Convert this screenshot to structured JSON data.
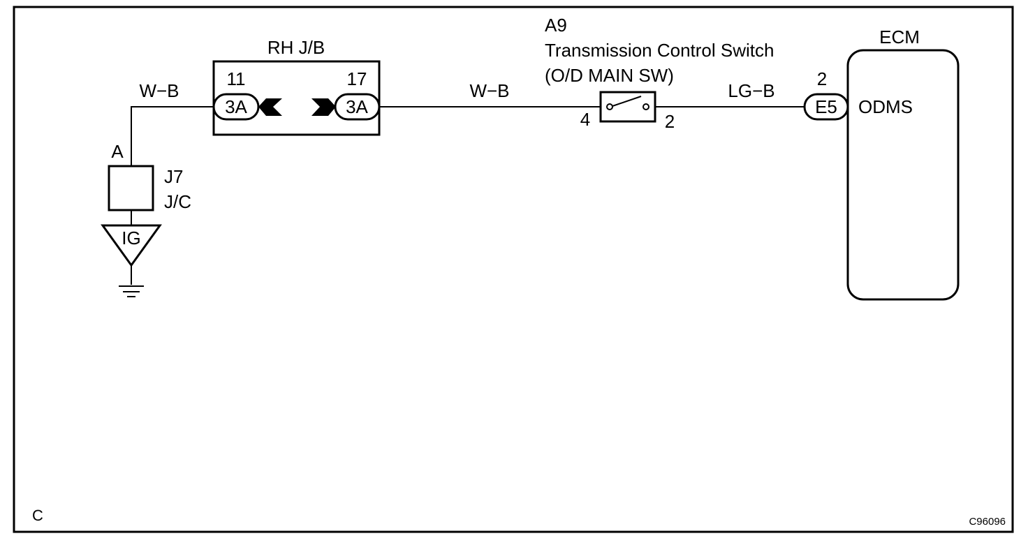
{
  "diagram": {
    "jb_title": "RH J/B",
    "jb_pin_left": "11",
    "jb_pin_right": "17",
    "jb_conn_left": "3A",
    "jb_conn_right": "3A",
    "wire_left": "W−B",
    "wire_mid": "W−B",
    "wire_right": "LG−B",
    "switch_id": "A9",
    "switch_name": "Transmission Control Switch",
    "switch_sub": "(O/D MAIN SW)",
    "switch_pin_left": "4",
    "switch_pin_right": "2",
    "ecm_title": "ECM",
    "ecm_pin": "2",
    "ecm_conn": "E5",
    "ecm_signal": "ODMS",
    "junction_point": "A",
    "jc_id": "J7",
    "jc_name": "J/C",
    "ground_label": "IG",
    "corner_label": "C",
    "figure_code": "C96096"
  }
}
